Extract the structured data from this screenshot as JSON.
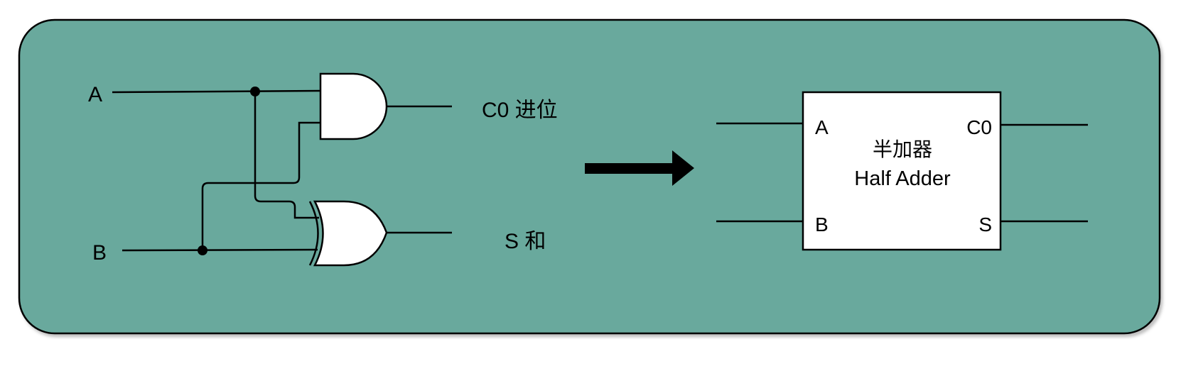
{
  "colors": {
    "panel": "#69a99d",
    "stroke": "#000000",
    "gate_fill": "#ffffff"
  },
  "circuit": {
    "input_a": "A",
    "input_b": "B",
    "carry_output": "C0 进位",
    "sum_output": "S 和"
  },
  "block": {
    "title_cn": "半加器",
    "title_en": "Half Adder",
    "port_a": "A",
    "port_b": "B",
    "port_c0": "C0",
    "port_s": "S"
  }
}
